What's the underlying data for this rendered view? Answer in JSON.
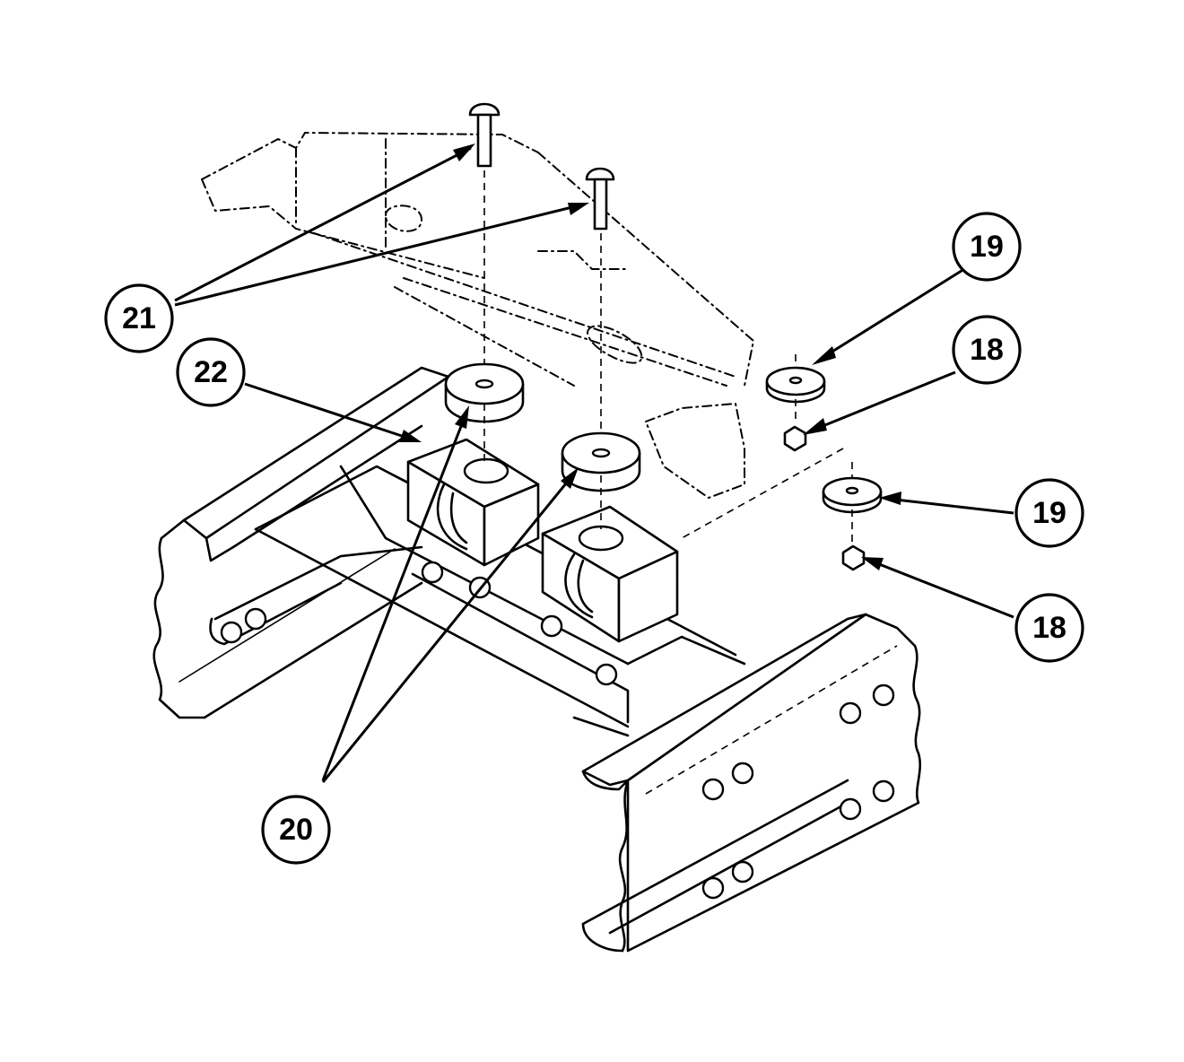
{
  "callouts": {
    "c19a": "19",
    "c18a": "18",
    "c19b": "19",
    "c18b": "18",
    "c21": "21",
    "c22": "22",
    "c20": "20"
  },
  "colors": {
    "ink": "#000000",
    "paper": "#ffffff"
  }
}
